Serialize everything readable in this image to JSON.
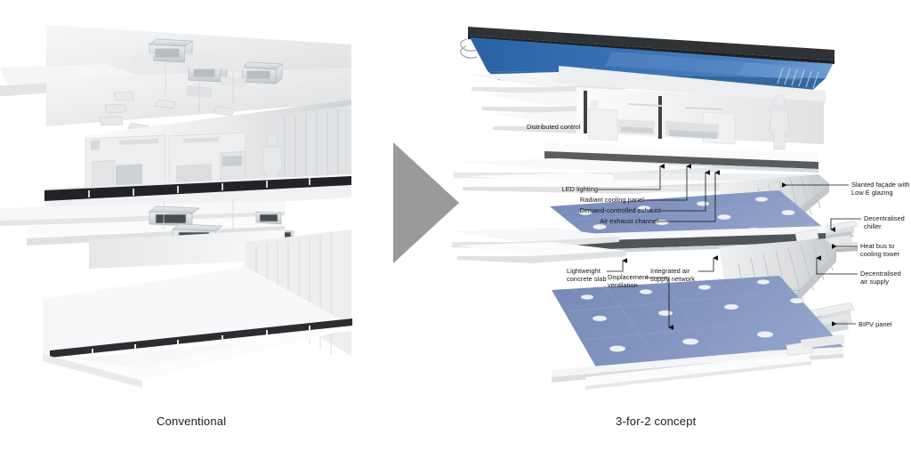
{
  "figure": {
    "title": "Conventional building vs 3-for-2 concept cutaway comparison",
    "background_color": "#ffffff"
  },
  "arrow": {
    "name": "transformation-arrow",
    "direction": "right",
    "color": "#9a9a9a"
  },
  "captions": {
    "left": "Conventional",
    "right": "3-for-2 concept"
  },
  "palette": {
    "roof_pv_blue": "#2f68ae",
    "roof_pv_blue_light": "#4b7fc3",
    "floor_slab_blue": "#7b90bd",
    "floor_slab_blue_light": "#92a4ca",
    "slab_dark": "#4a4a4a",
    "slab_edge": "#6f6f6f",
    "panel_white": "#f2f3f4",
    "panel_grey": "#d8dadc",
    "panel_shadow": "#c2c5c8",
    "figure_person": "#dcdee0",
    "leader_line": "#111111",
    "label_text": "#141414",
    "arrow_grey": "#9a9a9a"
  },
  "left_render": {
    "name": "conventional-building-cutaway",
    "description": "Greyscale 3D cutaway of a conventional office floor showing suspended ceiling, bulky rectangular ducts, raised floor and a standing human figure for scale."
  },
  "right_render": {
    "name": "three-for-two-building-cutaway",
    "description": "3D cutaway of the 3-for-2 concept showing blue BIPV roof, thin lightweight slabs, blue raised floors with displacement ventilation diffusers, slanted facade and decentralised plant."
  },
  "annotations": {
    "left_column": [
      {
        "name": "annotation-distributed-control",
        "text": "Distributed control"
      },
      {
        "name": "annotation-led-lighting",
        "text": "LED lighting"
      },
      {
        "name": "annotation-radiant-cooling-panel",
        "text": "Radiant cooling panel"
      },
      {
        "name": "annotation-demand-controlled-exhaust",
        "text": "Demand-controlled exhaust"
      },
      {
        "name": "annotation-air-exhaust-channel",
        "text": "Air exhaust channel"
      },
      {
        "name": "annotation-lightweight-concrete-slab",
        "text": "Lightweight\nconcrete slab"
      },
      {
        "name": "annotation-integrated-air-supply-network",
        "text": "Integrated air\nsupply network"
      },
      {
        "name": "annotation-displacement-ventilation",
        "text": "Displacement\nventilation"
      }
    ],
    "right_column": [
      {
        "name": "annotation-slanted-facade",
        "text": "Slanted façade with\nLow E glazing"
      },
      {
        "name": "annotation-decentralised-chiller",
        "text": "Decentralised\nchiller"
      },
      {
        "name": "annotation-heat-bus",
        "text": "Heat bus to\ncooling tower"
      },
      {
        "name": "annotation-decentralised-air-supply",
        "text": "Decentralised\nair supply"
      },
      {
        "name": "annotation-bipv-panel",
        "text": "BIPV panel"
      }
    ]
  }
}
